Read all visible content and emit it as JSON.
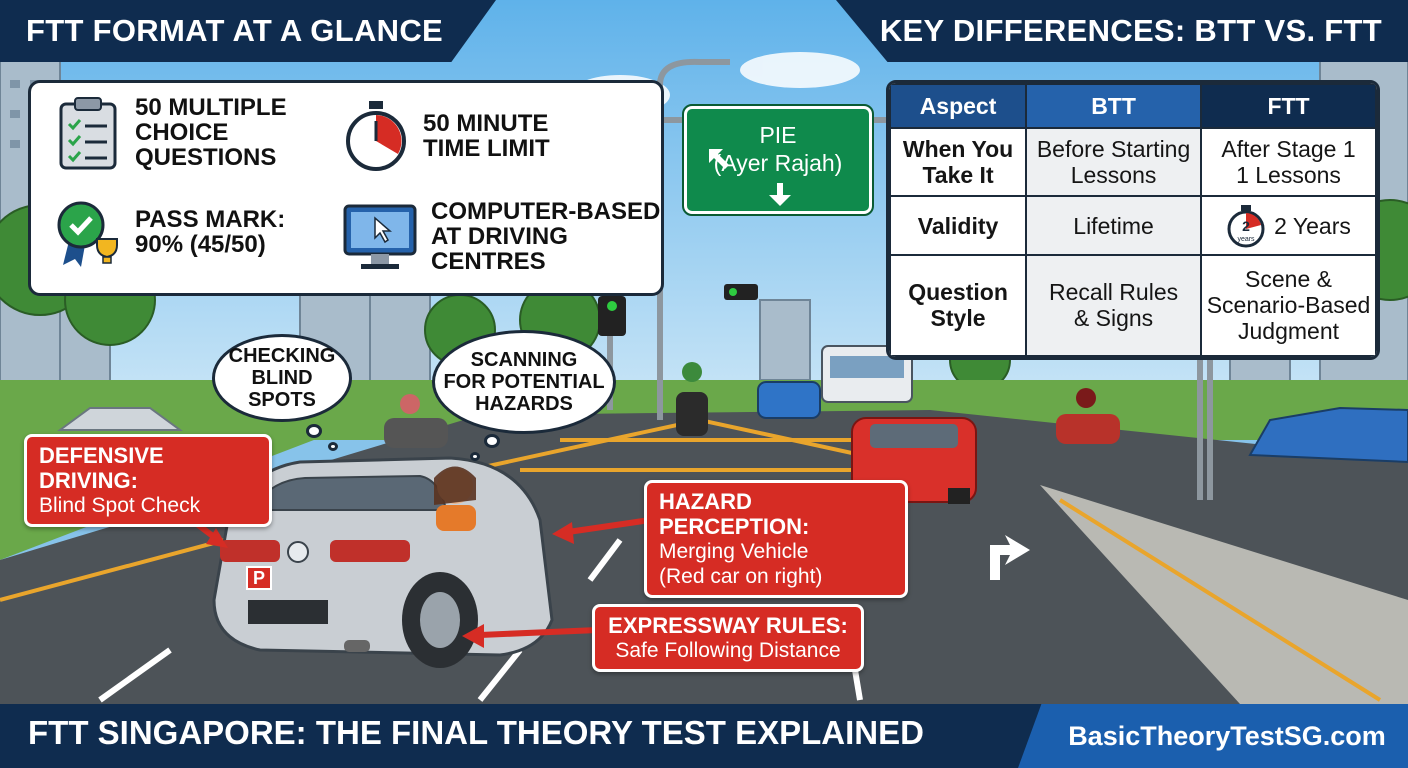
{
  "banners": {
    "left": "FTT FORMAT AT A GLANCE",
    "right": "KEY DIFFERENCES: BTT VS. FTT"
  },
  "format": {
    "questions": [
      "50 MULTIPLE",
      "CHOICE",
      "QUESTIONS"
    ],
    "time": [
      "50 MINUTE",
      "TIME LIMIT"
    ],
    "pass": [
      "PASS MARK:",
      "90% (45/50)"
    ],
    "venue": [
      "COMPUTER-BASED",
      "AT DRIVING CENTRES"
    ]
  },
  "table": {
    "headers": [
      "Aspect",
      "BTT",
      "FTT"
    ],
    "header_colors": [
      "#1d4f8c",
      "#2562ab",
      "#0f2c4f"
    ],
    "rows": [
      {
        "aspect": [
          "When You",
          "Take It"
        ],
        "btt": [
          "Before Starting",
          "Lessons"
        ],
        "ftt": [
          "After Stage 1",
          "1 Lessons"
        ]
      },
      {
        "aspect": [
          "Validity"
        ],
        "btt": [
          "Lifetime"
        ],
        "ftt": [
          "2 Years"
        ]
      },
      {
        "aspect": [
          "Question",
          "Style"
        ],
        "btt": [
          "Recall Rules",
          "& Signs"
        ],
        "ftt": [
          "Scene &",
          "Scenario-Based",
          "Judgment"
        ]
      }
    ],
    "timer_badge": {
      "number": "2",
      "unit": "years"
    }
  },
  "sign": {
    "line1": "PIE",
    "line2": "(Ayer Rajah)"
  },
  "bubbles": {
    "blind": [
      "CHECKING",
      "BLIND SPOTS"
    ],
    "hazards": [
      "SCANNING",
      "FOR POTENTIAL",
      "HAZARDS"
    ]
  },
  "callouts": {
    "defensive": {
      "title": "DEFENSIVE DRIVING:",
      "body": "Blind Spot Check"
    },
    "hazard": {
      "title": "HAZARD PERCEPTION:",
      "body1": "Merging Vehicle",
      "body2": "(Red car on right)"
    },
    "expressway": {
      "title": "EXPRESSWAY RULES:",
      "body": "Safe Following Distance"
    }
  },
  "car": {
    "plate": "P"
  },
  "footer": {
    "title": "FTT SINGAPORE: THE FINAL THEORY TEST EXPLAINED",
    "url": "BasicTheoryTestSG.com"
  },
  "colors": {
    "navy": "#0f2c4f",
    "callout_red": "#d62c24",
    "sign_green": "#0f8a4c",
    "url_blue": "#1b5fae"
  }
}
